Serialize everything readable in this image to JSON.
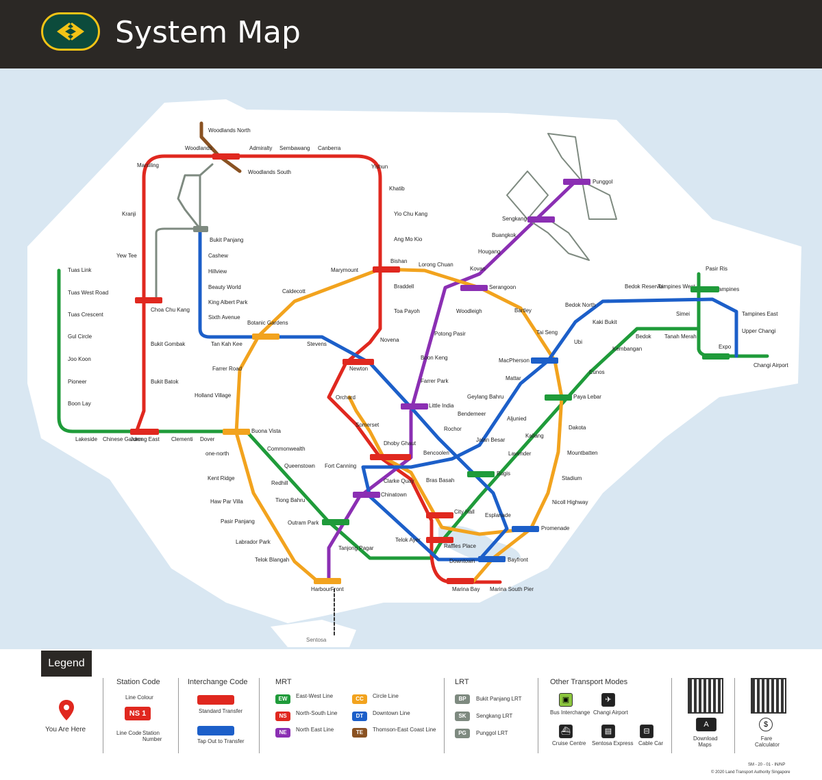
{
  "header": {
    "title": "System Map"
  },
  "colors": {
    "EW": "#1f9b3a",
    "NS": "#e0281f",
    "NE": "#8b2fb3",
    "CC": "#f2a31e",
    "DT": "#1c5fc9",
    "TE": "#8a5222",
    "LRT": "#7e8a80"
  },
  "stations": {
    "woodlands_north": "Woodlands North",
    "woodlands": "Woodlands",
    "woodlands_south": "Woodlands South",
    "admiralty": "Admiralty",
    "sembawang": "Sembawang",
    "canberra": "Canberra",
    "yishun": "Yishun",
    "khatib": "Khatib",
    "yio_chu_kang": "Yio Chu Kang",
    "ang_mo_kio": "Ang Mo Kio",
    "bishan": "Bishan",
    "braddell": "Braddell",
    "toa_payoh": "Toa Payoh",
    "novena": "Novena",
    "newton": "Newton",
    "orchard": "Orchard",
    "somerset": "Somerset",
    "dhoby_ghaut": "Dhoby Ghaut",
    "city_hall": "City Hall",
    "raffles_place": "Raffles Place",
    "marina_bay": "Marina Bay",
    "marina_south_pier": "Marina South Pier",
    "marsiling": "Marsiling",
    "kranji": "Kranji",
    "yew_tee": "Yew Tee",
    "choa_chu_kang": "Choa Chu Kang",
    "bukit_gombak": "Bukit Gombak",
    "bukit_batok": "Bukit Batok",
    "jurong_east": "Jurong East",
    "tuas_link": "Tuas Link",
    "tuas_west_road": "Tuas West Road",
    "tuas_crescent": "Tuas Crescent",
    "gul_circle": "Gul Circle",
    "joo_koon": "Joo Koon",
    "pioneer": "Pioneer",
    "boon_lay": "Boon Lay",
    "lakeside": "Lakeside",
    "chinese_garden": "Chinese Garden",
    "clementi": "Clementi",
    "dover": "Dover",
    "buona_vista": "Buona Vista",
    "commonwealth": "Commonwealth",
    "queenstown": "Queenstown",
    "redhill": "Redhill",
    "tiong_bahru": "Tiong Bahru",
    "outram_park": "Outram Park",
    "tanjong_pagar": "Tanjong Pagar",
    "bugis": "Bugis",
    "lavender": "Lavender",
    "kallang": "Kallang",
    "aljunied": "Aljunied",
    "paya_lebar": "Paya Lebar",
    "eunos": "Eunos",
    "kembangan": "Kembangan",
    "bedok": "Bedok",
    "tanah_merah": "Tanah Merah",
    "simei": "Simei",
    "tampines": "Tampines",
    "pasir_ris": "Pasir Ris",
    "expo": "Expo",
    "changi_airport": "Changi Airport",
    "harbourfront": "HarbourFront",
    "chinatown": "Chinatown",
    "clarke_quay": "Clarke Quay",
    "little_india": "Little India",
    "farrer_park": "Farrer Park",
    "boon_keng": "Boon Keng",
    "potong_pasir": "Potong Pasir",
    "woodleigh": "Woodleigh",
    "serangoon": "Serangoon",
    "kovan": "Kovan",
    "hougang": "Hougang",
    "buangkok": "Buangkok",
    "sengkang": "Sengkang",
    "punggol": "Punggol",
    "marymount": "Marymount",
    "caldecott": "Caldecott",
    "botanic_gardens": "Botanic Gardens",
    "farrer_road": "Farrer Road",
    "holland_village": "Holland Village",
    "one_north": "one-north",
    "kent_ridge": "Kent Ridge",
    "haw_par_villa": "Haw Par Villa",
    "pasir_panjang": "Pasir Panjang",
    "labrador_park": "Labrador Park",
    "telok_blangah": "Telok Blangah",
    "lorong_chuan": "Lorong Chuan",
    "bartley": "Bartley",
    "tai_seng": "Tai Seng",
    "macpherson": "MacPherson",
    "dakota": "Dakota",
    "mountbatten": "Mountbatten",
    "stadium": "Stadium",
    "nicoll_highway": "Nicoll Highway",
    "promenade": "Promenade",
    "esplanade": "Esplanade",
    "bras_basah": "Bras Basah",
    "bukit_panjang": "Bukit Panjang",
    "cashew": "Cashew",
    "hillview": "Hillview",
    "beauty_world": "Beauty World",
    "king_albert_park": "King Albert Park",
    "sixth_avenue": "Sixth Avenue",
    "tan_kah_kee": "Tan Kah Kee",
    "stevens": "Stevens",
    "rochor": "Rochor",
    "jalan_besar": "Jalan Besar",
    "bendemeer": "Bendemeer",
    "geylang_bahru": "Geylang Bahru",
    "mattar": "Mattar",
    "ubi": "Ubi",
    "kaki_bukit": "Kaki Bukit",
    "bedok_north": "Bedok North",
    "bedok_reservoir": "Bedok Reservoir",
    "tampines_west": "Tampines West",
    "tampines_east": "Tampines East",
    "upper_changi": "Upper Changi",
    "bencoolen": "Bencoolen",
    "fort_canning": "Fort Canning",
    "telok_ayer": "Telok Ayer",
    "downtown": "Downtown",
    "bayfront": "Bayfront",
    "sentosa": "Sentosa"
  },
  "legend": {
    "title": "Legend",
    "you_are_here": "You Are Here",
    "station_code_title": "Station Code",
    "line_colour": "Line Colour",
    "line_code": "Line Code",
    "station_number": "Station Number",
    "sample_code": "NS 1",
    "interchange_title": "Interchange Code",
    "standard_transfer": "Standard Transfer",
    "tap_out_transfer": "Tap Out to Transfer",
    "mrt_title": "MRT",
    "mrt_lines": [
      {
        "code": "EW",
        "name": "East-West Line"
      },
      {
        "code": "NS",
        "name": "North-South Line"
      },
      {
        "code": "NE",
        "name": "North East Line"
      },
      {
        "code": "CC",
        "name": "Circle Line"
      },
      {
        "code": "DT",
        "name": "Downtown Line"
      },
      {
        "code": "TE",
        "name": "Thomson-East Coast Line"
      }
    ],
    "lrt_title": "LRT",
    "lrt_lines": [
      {
        "code": "BP",
        "name": "Bukit Panjang LRT"
      },
      {
        "code": "SK",
        "name": "Sengkang LRT"
      },
      {
        "code": "PG",
        "name": "Punggol LRT"
      }
    ],
    "other_title": "Other Transport Modes",
    "bus_interchange": "Bus Interchange",
    "changi_airport": "Changi Airport",
    "cruise_centre": "Cruise Centre",
    "sentosa_express": "Sentosa Express",
    "cable_car": "Cable Car",
    "download_maps": "Download Maps",
    "fare_calculator": "Fare Calculator",
    "doc_code": "SM - 20 - 01 - IN/NP",
    "copyright": "© 2020 Land Transport Authority Singapore"
  }
}
